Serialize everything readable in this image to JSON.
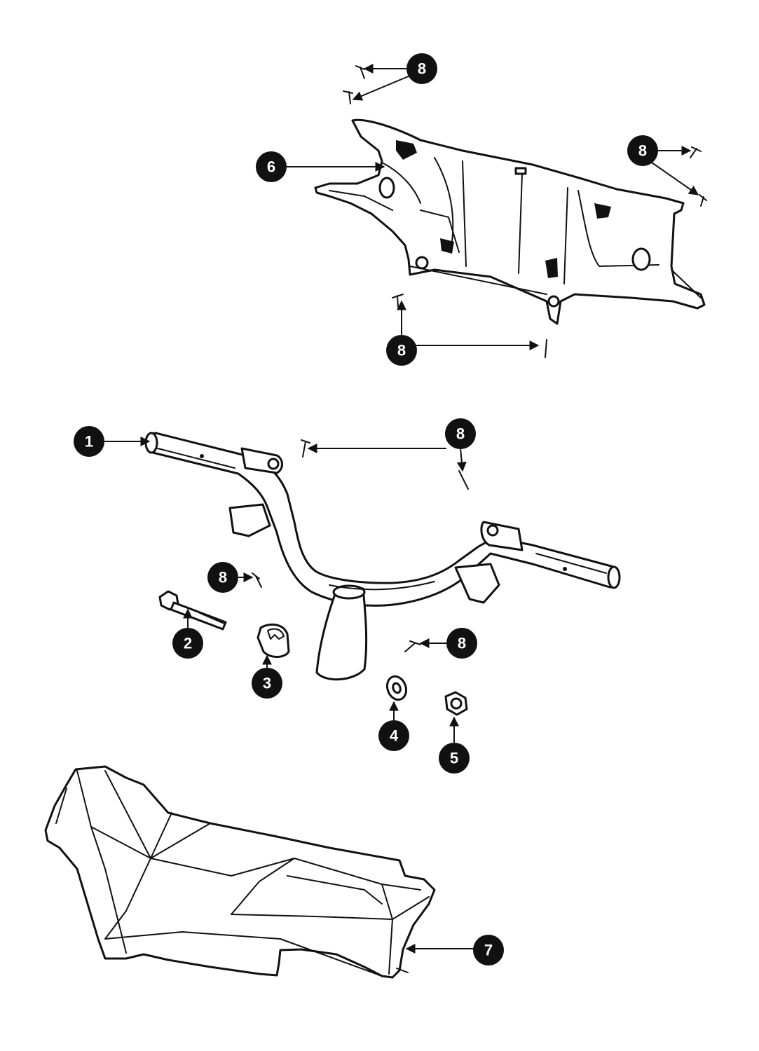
{
  "diagram": {
    "callouts": [
      {
        "id": "c8-top",
        "label": "8"
      },
      {
        "id": "c6",
        "label": "6"
      },
      {
        "id": "c8-right",
        "label": "8"
      },
      {
        "id": "c8-bottom",
        "label": "8"
      },
      {
        "id": "c1",
        "label": "1"
      },
      {
        "id": "c8-mid",
        "label": "8"
      },
      {
        "id": "c8-left",
        "label": "8"
      },
      {
        "id": "c2",
        "label": "2"
      },
      {
        "id": "c3",
        "label": "3"
      },
      {
        "id": "c8-low",
        "label": "8"
      },
      {
        "id": "c4",
        "label": "4"
      },
      {
        "id": "c5",
        "label": "5"
      },
      {
        "id": "c7",
        "label": "7"
      }
    ]
  }
}
